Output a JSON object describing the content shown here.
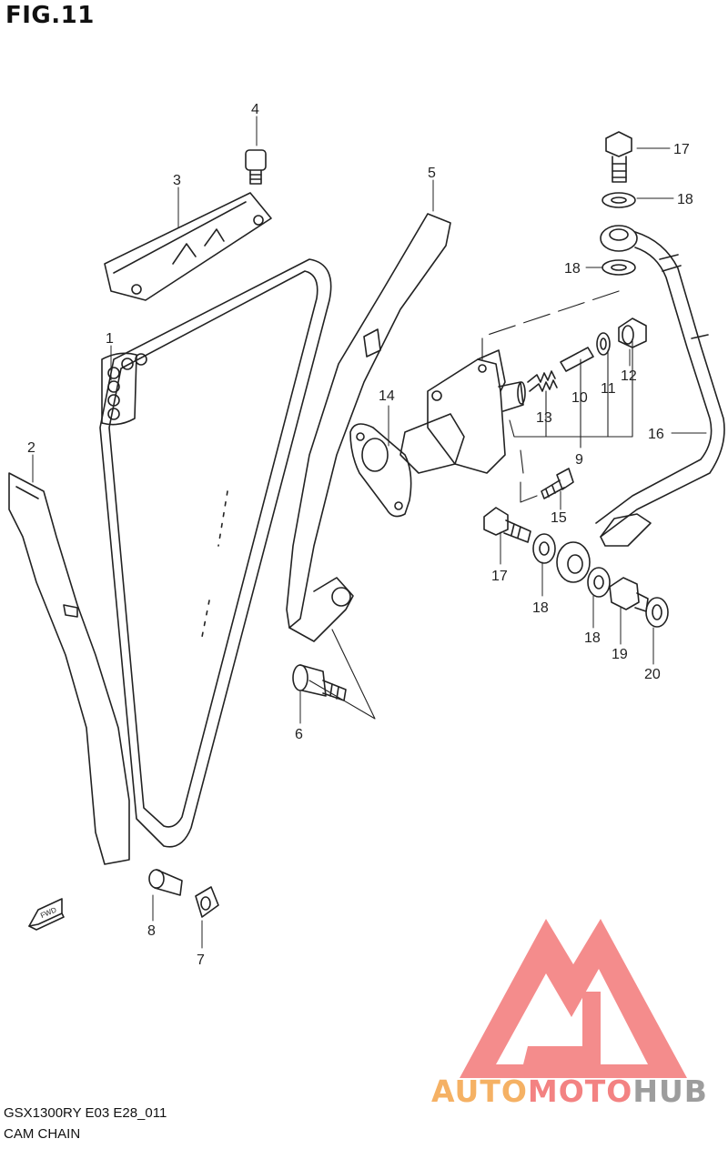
{
  "figure": {
    "title": "FIG.11",
    "model_code": "GSX1300RY E03 E28_011",
    "section": "CAM CHAIN"
  },
  "callouts": [
    {
      "id": "1",
      "label": "1"
    },
    {
      "id": "2",
      "label": "2"
    },
    {
      "id": "3",
      "label": "3"
    },
    {
      "id": "4",
      "label": "4"
    },
    {
      "id": "5",
      "label": "5"
    },
    {
      "id": "6",
      "label": "6"
    },
    {
      "id": "7",
      "label": "7"
    },
    {
      "id": "8",
      "label": "8"
    },
    {
      "id": "9",
      "label": "9"
    },
    {
      "id": "10",
      "label": "10"
    },
    {
      "id": "11",
      "label": "11"
    },
    {
      "id": "12",
      "label": "12"
    },
    {
      "id": "13",
      "label": "13"
    },
    {
      "id": "14",
      "label": "14"
    },
    {
      "id": "15",
      "label": "15"
    },
    {
      "id": "16",
      "label": "16"
    },
    {
      "id": "17a",
      "label": "17"
    },
    {
      "id": "18a",
      "label": "18"
    },
    {
      "id": "18b",
      "label": "18"
    },
    {
      "id": "17b",
      "label": "17"
    },
    {
      "id": "18c",
      "label": "18"
    },
    {
      "id": "18d",
      "label": "18"
    },
    {
      "id": "19",
      "label": "19"
    },
    {
      "id": "20",
      "label": "20"
    }
  ],
  "fwd_label": "FWD",
  "watermark": {
    "part1": "AUTO",
    "part2": "MOTO",
    "part3": "HUB",
    "color_accent": "#f4a44a",
    "color_red": "#f26d6d",
    "color_gray": "#8c8c8c"
  }
}
